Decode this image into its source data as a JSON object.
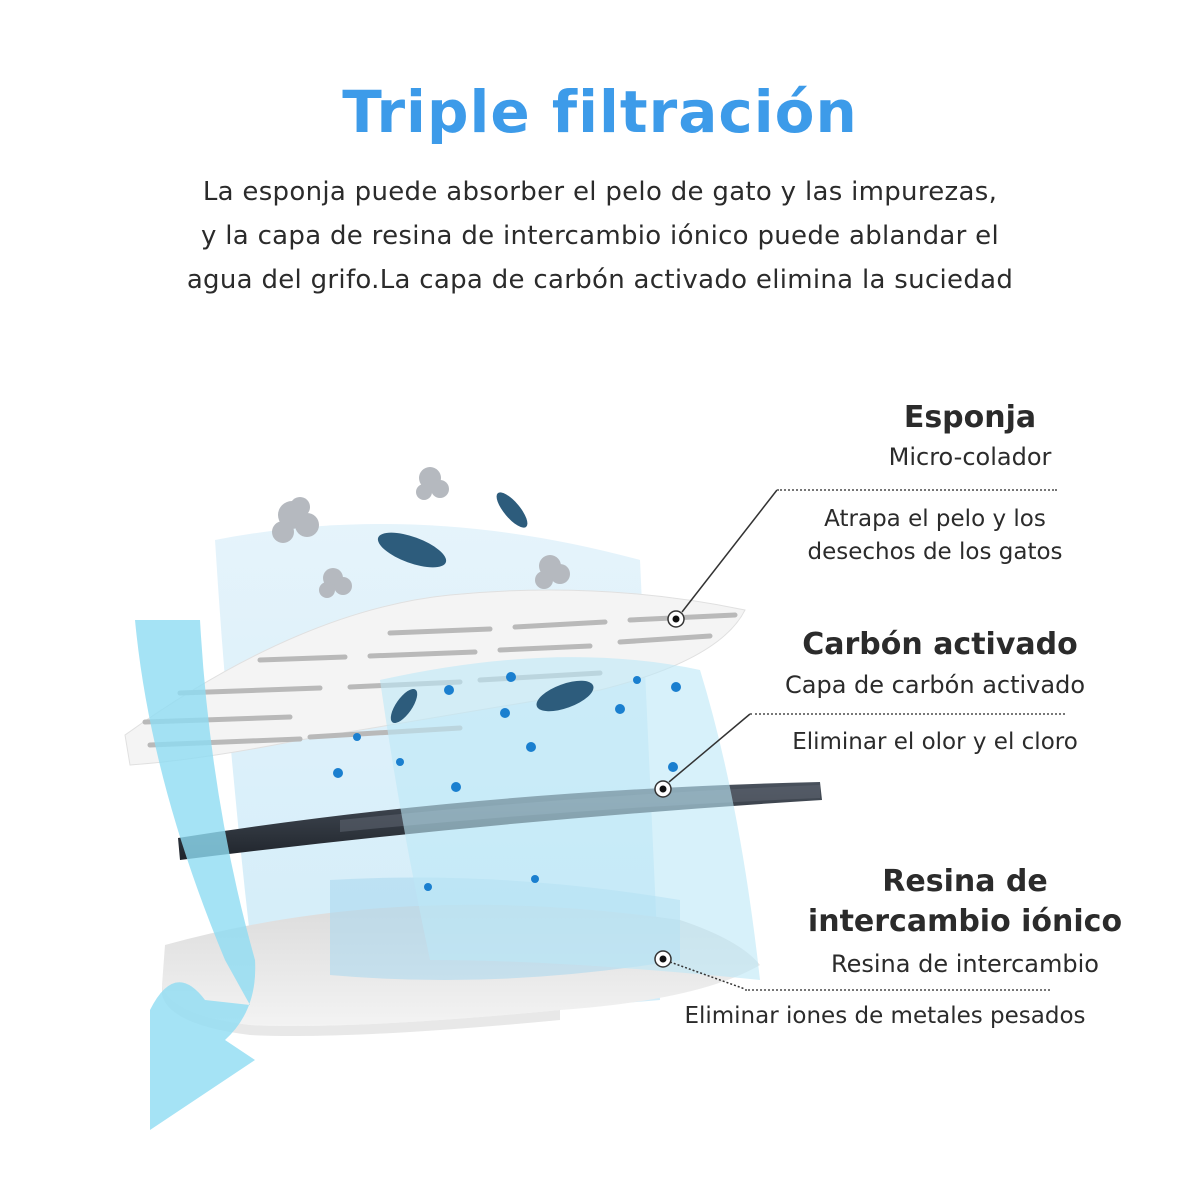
{
  "header": {
    "title": "Triple filtración",
    "intro_lines": [
      "La esponja puede absorber el pelo de gato y las impurezas,",
      "y la capa de resina de intercambio iónico puede ablandar el",
      "agua del grifo.La capa de carbón activado elimina la suciedad"
    ]
  },
  "layers": [
    {
      "name": "Esponja",
      "subtitle": "Micro-colador",
      "description_lines": [
        "Atrapa el pelo y los",
        "desechos de los gatos"
      ]
    },
    {
      "name": "Carbón activado",
      "subtitle": "Capa de carbón activado",
      "description_lines": [
        "Eliminar el olor y el cloro"
      ]
    },
    {
      "name_lines": [
        "Resina de",
        "intercambio iónico"
      ],
      "subtitle": "Resina de intercambio",
      "description_lines": [
        "Eliminar iones de metales pesados"
      ]
    }
  ],
  "colors": {
    "title": "#3d9be9",
    "text": "#2b2b2b",
    "water": "#bfe6f7",
    "arrow": "#8fdcf2",
    "carbon": "#2f3540",
    "particle": "#1a7fcf"
  }
}
